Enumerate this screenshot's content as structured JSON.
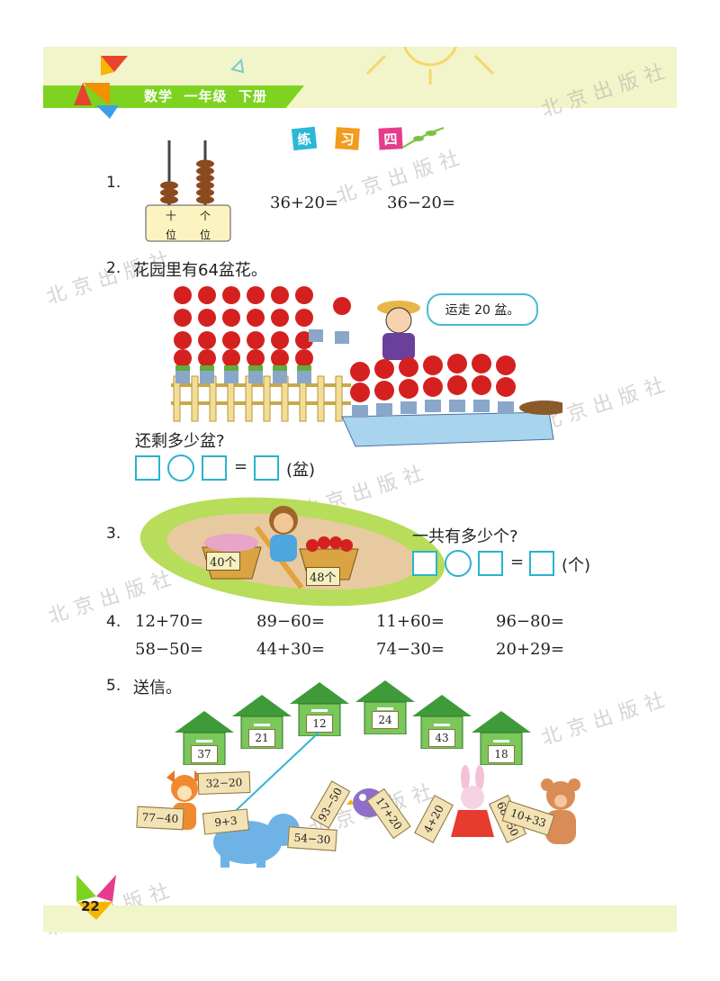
{
  "header": {
    "subject": "数学",
    "grade": "一年级",
    "volume": "下册"
  },
  "section_title": [
    "练",
    "习",
    "四"
  ],
  "watermark": "北京出版社",
  "page_number": "22",
  "q1": {
    "number": "1.",
    "abacus": {
      "tens": 3,
      "ones": 6,
      "label_tens_1": "十",
      "label_tens_2": "位",
      "label_ones_1": "个",
      "label_ones_2": "位"
    },
    "eq1": "36+20=",
    "eq2": "36−20="
  },
  "q2": {
    "number": "2.",
    "text": "花园里有64盆花。",
    "bubble": "运走 20 盆。",
    "question": "还剩多少盆?",
    "equals": "=",
    "unit": "(盆)"
  },
  "q3": {
    "number": "3.",
    "question": "一共有多少个?",
    "basket1": "40个",
    "basket2": "48个",
    "equals": "=",
    "unit": "(个)"
  },
  "q4": {
    "number": "4.",
    "row1": [
      "12+70=",
      "89−60=",
      "11+60=",
      "96−80="
    ],
    "row2": [
      "58−50=",
      "44+30=",
      "74−30=",
      "20+29="
    ]
  },
  "q5": {
    "number": "5.",
    "text": "送信。",
    "houses": [
      "37",
      "21",
      "12",
      "24",
      "43",
      "18"
    ],
    "cards": [
      "32−20",
      "77−40",
      "9+3",
      "93−50",
      "54−30",
      "17+20",
      "4+20",
      "68−50",
      "10+33"
    ]
  },
  "colors": {
    "header_bg": "#f2f5c9",
    "header_bar": "#7ed321",
    "box": "#29b3cf",
    "house": "#3f9b3a"
  }
}
